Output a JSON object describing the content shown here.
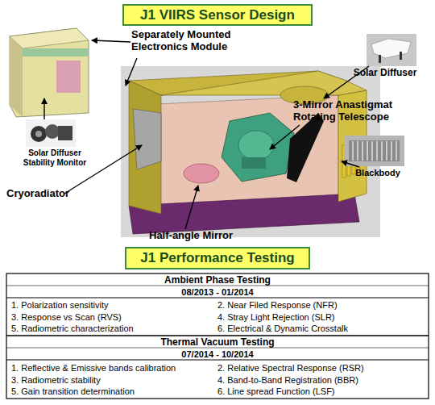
{
  "diagram": {
    "title": "J1 VIIRS Sensor Design",
    "nodes": [
      {
        "text": [
          "J1 Performance Testing"
        ]
      }
    ],
    "labels": [
      "Separately Mounted Electronics Module",
      "Solar Diffuser",
      "3-Mirror Anastigmat Rotating Telescope",
      "Solar Diffuser Stability Monitor",
      "Cryoradiator",
      "Blackbody",
      "Half-angle Mirror",
      "Ambient Phase Testing",
      "08/2013 - 01/2014",
      "1. Polarization sensitivity",
      "2. Near Filed Response (NFR)",
      "3. Response vs Scan (RVS)",
      "4. Stray Light Rejection (SLR)",
      "5. Radiometric characterization",
      "6. Electrical & Dynamic Crosstalk",
      "Thermal Vacuum Testing",
      "07/2014 - 10/2014",
      "1. Reflective & Emissive bands calibration",
      "2. Relative Spectral Response (RSR)",
      "3. Radiometric stability",
      "4. Band-to-Band Registration (BBR)",
      "5. Gain transition determination",
      "6. Line spread Function (LSF)"
    ]
  }
}
